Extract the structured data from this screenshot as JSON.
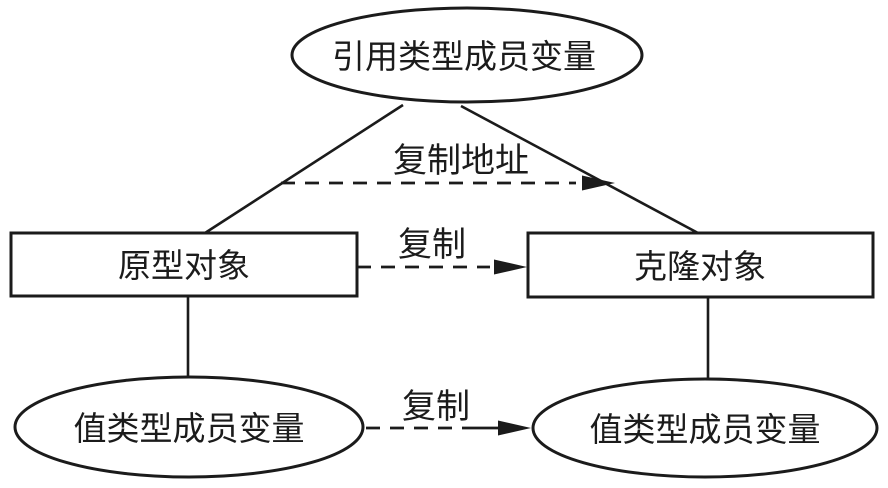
{
  "diagram": {
    "title": "prototype-pattern-clone-diagram",
    "colors": {
      "background": "#ffffff",
      "stroke": "#1b1b1b",
      "text": "#1b1b1b"
    },
    "nodes": {
      "reference_member": {
        "label": "引用类型成员变量",
        "shape": "ellipse"
      },
      "prototype_object": {
        "label": "原型对象",
        "shape": "rect"
      },
      "clone_object": {
        "label": "克隆对象",
        "shape": "rect"
      },
      "value_member_left": {
        "label": "值类型成员变量",
        "shape": "ellipse"
      },
      "value_member_right": {
        "label": "值类型成员变量",
        "shape": "ellipse"
      }
    },
    "edges": {
      "copy_address": {
        "label": "复制地址",
        "style": "dashed-arrow",
        "from": "prototype side",
        "to": "clone side"
      },
      "copy_object": {
        "label": "复制",
        "style": "dashed-arrow",
        "from": "prototype_object",
        "to": "clone_object"
      },
      "copy_value": {
        "label": "复制",
        "style": "dashed-arrow",
        "from": "value_member_left",
        "to": "value_member_right"
      },
      "link_reference_to_prototype": {
        "label": "",
        "style": "solid"
      },
      "link_reference_to_clone": {
        "label": "",
        "style": "solid"
      },
      "link_prototype_to_value": {
        "label": "",
        "style": "solid"
      },
      "link_clone_to_value": {
        "label": "",
        "style": "solid"
      }
    }
  }
}
